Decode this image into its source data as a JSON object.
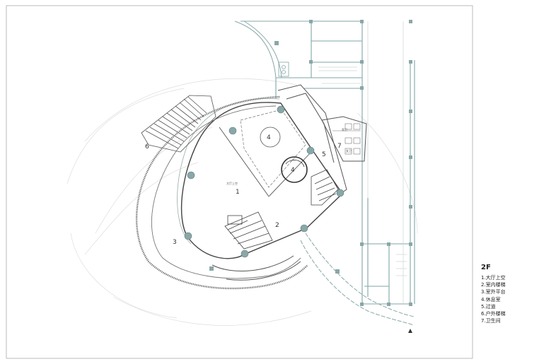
{
  "floor_label": "2F",
  "legend": [
    "1.大厅上空",
    "2.室内楼梯",
    "3.室外平台",
    "4.休息室",
    "5.过道",
    "6.户外楼梯",
    "7.卫生间"
  ],
  "room_numbers": {
    "hall_void": "1",
    "indoor_stair": "2",
    "outdoor_terrace": "3",
    "lounge_a": "4",
    "lounge_b": "4",
    "corridor": "5",
    "outdoor_stair": "6",
    "toilet": "7"
  },
  "hall_small_label": "大厅上空",
  "toilet_small_labels": [
    "男卫",
    "女卫"
  ],
  "colors": {
    "frame": "#aaaaaa",
    "wall": "#555555",
    "teal": "#7fa6a4",
    "column": "#8aa7a8",
    "light": "#cfd6d6"
  }
}
